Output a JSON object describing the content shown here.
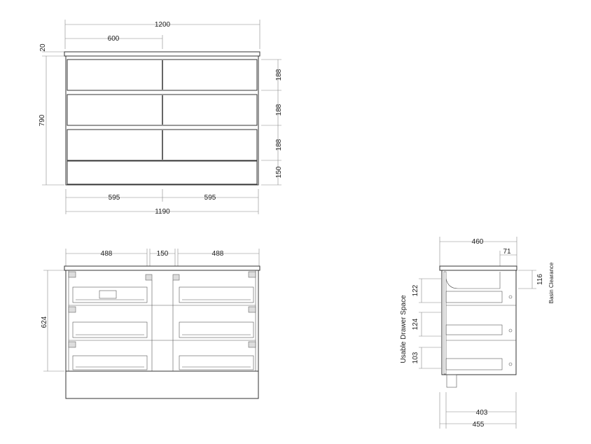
{
  "front_view": {
    "overall_width": "1200",
    "half_width": "600",
    "top_thickness": "20",
    "overall_height": "790",
    "drawer_height_1": "188",
    "drawer_height_2": "188",
    "drawer_height_3": "188",
    "plinth_height": "150",
    "drawer_width_left": "595",
    "drawer_width_right": "595",
    "carcass_width": "1190"
  },
  "interior_view": {
    "left_width": "488",
    "center_width": "150",
    "right_width": "488",
    "height": "624"
  },
  "side_view": {
    "depth": "460",
    "basin_offset": "71",
    "basin_clearance_value": "116",
    "basin_clearance_label": "Basin Clearance",
    "usable_space_label": "Usable Drawer Space",
    "drawer_space_1": "122",
    "drawer_space_2": "124",
    "drawer_space_3": "103",
    "inner_depth": "403",
    "carcass_depth": "455"
  },
  "colors": {
    "line": "#333333",
    "dimension": "#888888"
  }
}
